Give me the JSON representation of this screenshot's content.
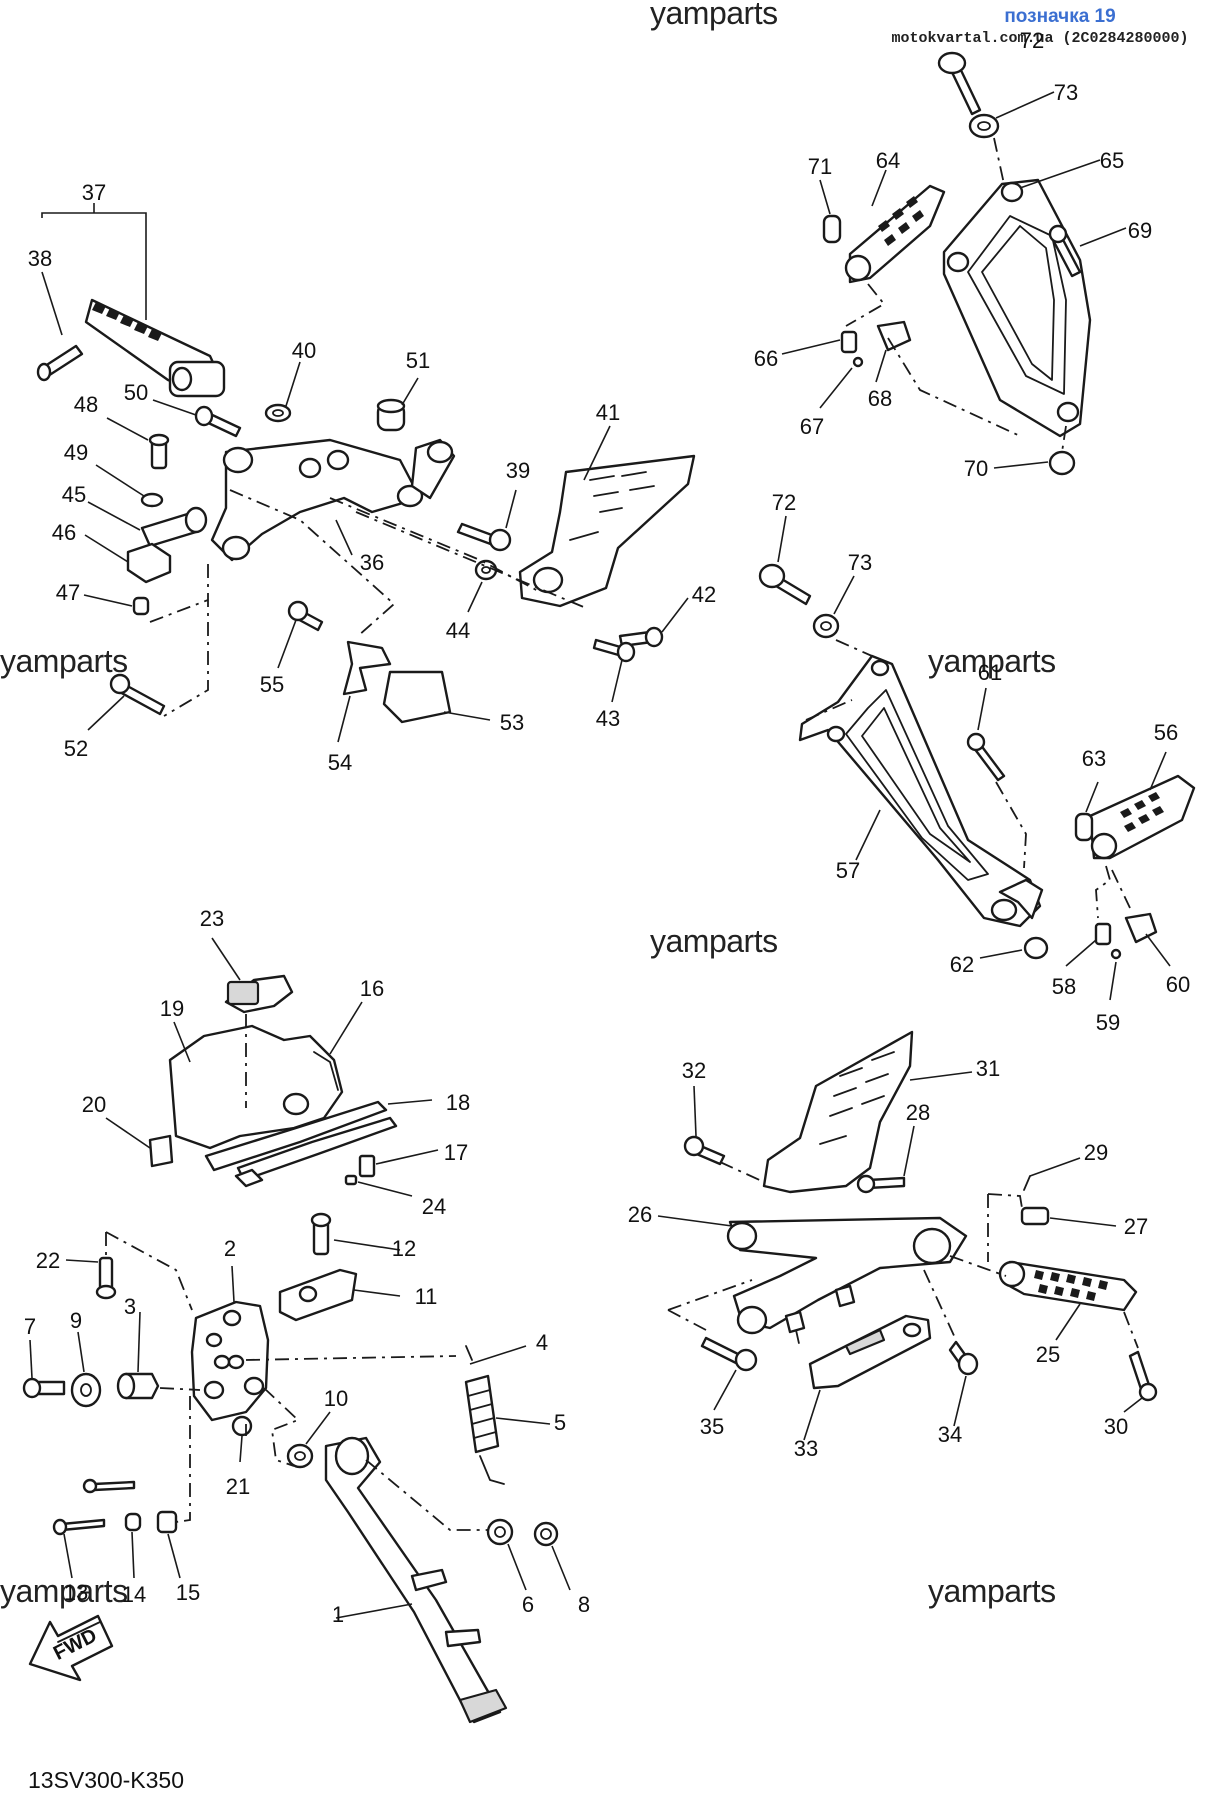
{
  "header": {
    "ref_label": "позначка 19",
    "site": "motokvartal.com.ua (2C0284280000)"
  },
  "watermark": "yamparts",
  "diagram_code": "13SV300-K350",
  "fwd_label": "FWD",
  "callouts": {
    "c1": "1",
    "c2": "2",
    "c3": "3",
    "c4": "4",
    "c5": "5",
    "c6": "6",
    "c7": "7",
    "c8": "8",
    "c9": "9",
    "c10": "10",
    "c11": "11",
    "c12": "12",
    "c13": "13",
    "c14": "14",
    "c15": "15",
    "c16": "16",
    "c17": "17",
    "c18": "18",
    "c19": "19",
    "c20": "20",
    "c21": "21",
    "c22": "22",
    "c23": "23",
    "c24": "24",
    "c25": "25",
    "c26": "26",
    "c27": "27",
    "c28": "28",
    "c29": "29",
    "c30": "30",
    "c31": "31",
    "c32": "32",
    "c33": "33",
    "c34": "34",
    "c35": "35",
    "c36": "36",
    "c37": "37",
    "c38": "38",
    "c39": "39",
    "c40": "40",
    "c41": "41",
    "c42": "42",
    "c43": "43",
    "c44": "44",
    "c45": "45",
    "c46": "46",
    "c47": "47",
    "c48": "48",
    "c49": "49",
    "c50": "50",
    "c51": "51",
    "c52": "52",
    "c53": "53",
    "c54": "54",
    "c55": "55",
    "c56": "56",
    "c57": "57",
    "c58": "58",
    "c59": "59",
    "c60": "60",
    "c61": "61",
    "c62": "62",
    "c63": "63",
    "c64": "64",
    "c65": "65",
    "c66": "66",
    "c67": "67",
    "c68": "68",
    "c69": "69",
    "c70": "70",
    "c71": "71",
    "c72a": "72",
    "c72b": "72",
    "c73a": "73",
    "c73b": "73"
  }
}
